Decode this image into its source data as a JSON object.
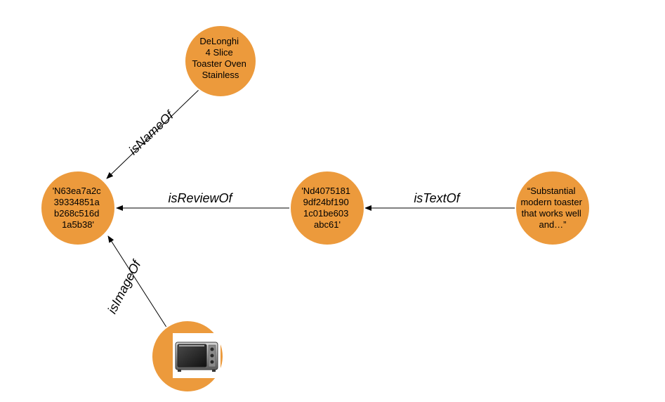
{
  "colors": {
    "node_fill": "#ec9a3c",
    "node_stroke": "#ffffff",
    "edge": "#000000",
    "text": "#000000"
  },
  "nodes": {
    "name": {
      "lines": [
        "DeLonghi",
        "4 Slice",
        "Toaster Oven",
        "Stainless"
      ]
    },
    "product": {
      "lines": [
        "'N63ea7a2c",
        "39334851a",
        "b268c516d",
        "1a5b38'"
      ]
    },
    "review": {
      "lines": [
        "'Nd4075181",
        "9df24bf190",
        "1c01be603",
        "abc61'"
      ]
    },
    "text": {
      "lines": [
        "“Substantial",
        "modern toaster",
        "that works well",
        "and…”"
      ]
    },
    "image": {
      "icon": "toaster-oven-icon"
    }
  },
  "edges": {
    "is_name_of": {
      "label": "isNameOf"
    },
    "is_review_of": {
      "label": "isReviewOf"
    },
    "is_text_of": {
      "label": "isTextOf"
    },
    "is_image_of": {
      "label": "isImageOf"
    }
  }
}
